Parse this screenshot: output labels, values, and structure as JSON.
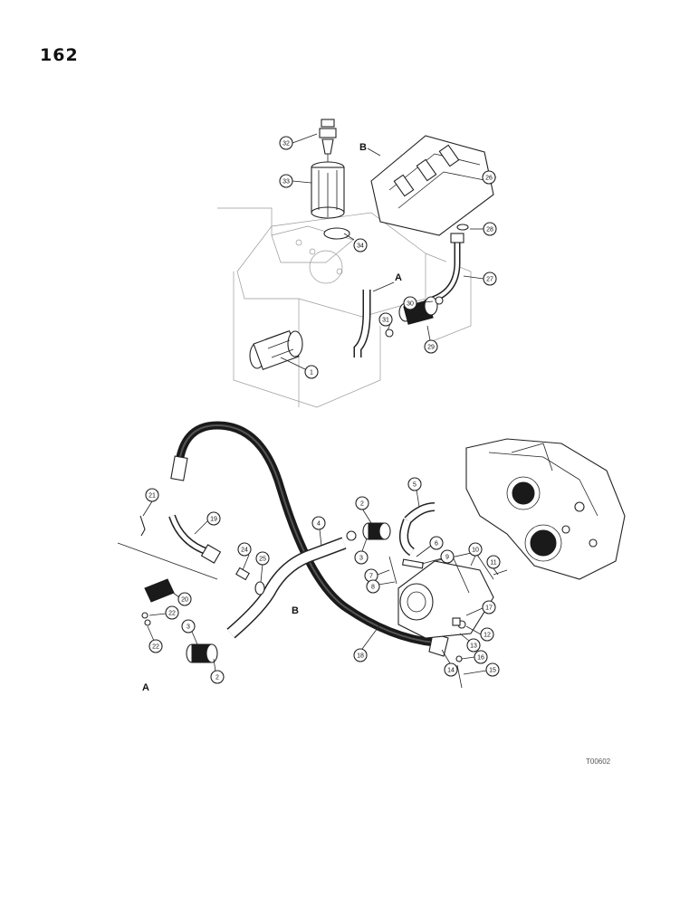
{
  "page_number": "162",
  "drawing_code": "T00602",
  "section_labels": {
    "upper_a": "A",
    "upper_b": "B",
    "lower_a": "A",
    "lower_b": "B"
  },
  "callouts": {
    "c1": "1",
    "c2a": "2",
    "c2b": "2",
    "c3a": "3",
    "c3b": "3",
    "c4": "4",
    "c5": "5",
    "c6": "6",
    "c7": "7",
    "c8": "8",
    "c9": "9",
    "c10": "10",
    "c11": "11",
    "c12": "12",
    "c13": "13",
    "c14": "14",
    "c15": "15",
    "c16": "16",
    "c17": "17",
    "c18": "18",
    "c19": "19",
    "c20": "20",
    "c21": "21",
    "c22a": "22",
    "c22b": "22",
    "c24": "24",
    "c25": "25",
    "c26": "26",
    "c27": "27",
    "c28": "28",
    "c29": "29",
    "c30": "30",
    "c31": "31",
    "c32": "32",
    "c33": "33",
    "c34": "34"
  }
}
